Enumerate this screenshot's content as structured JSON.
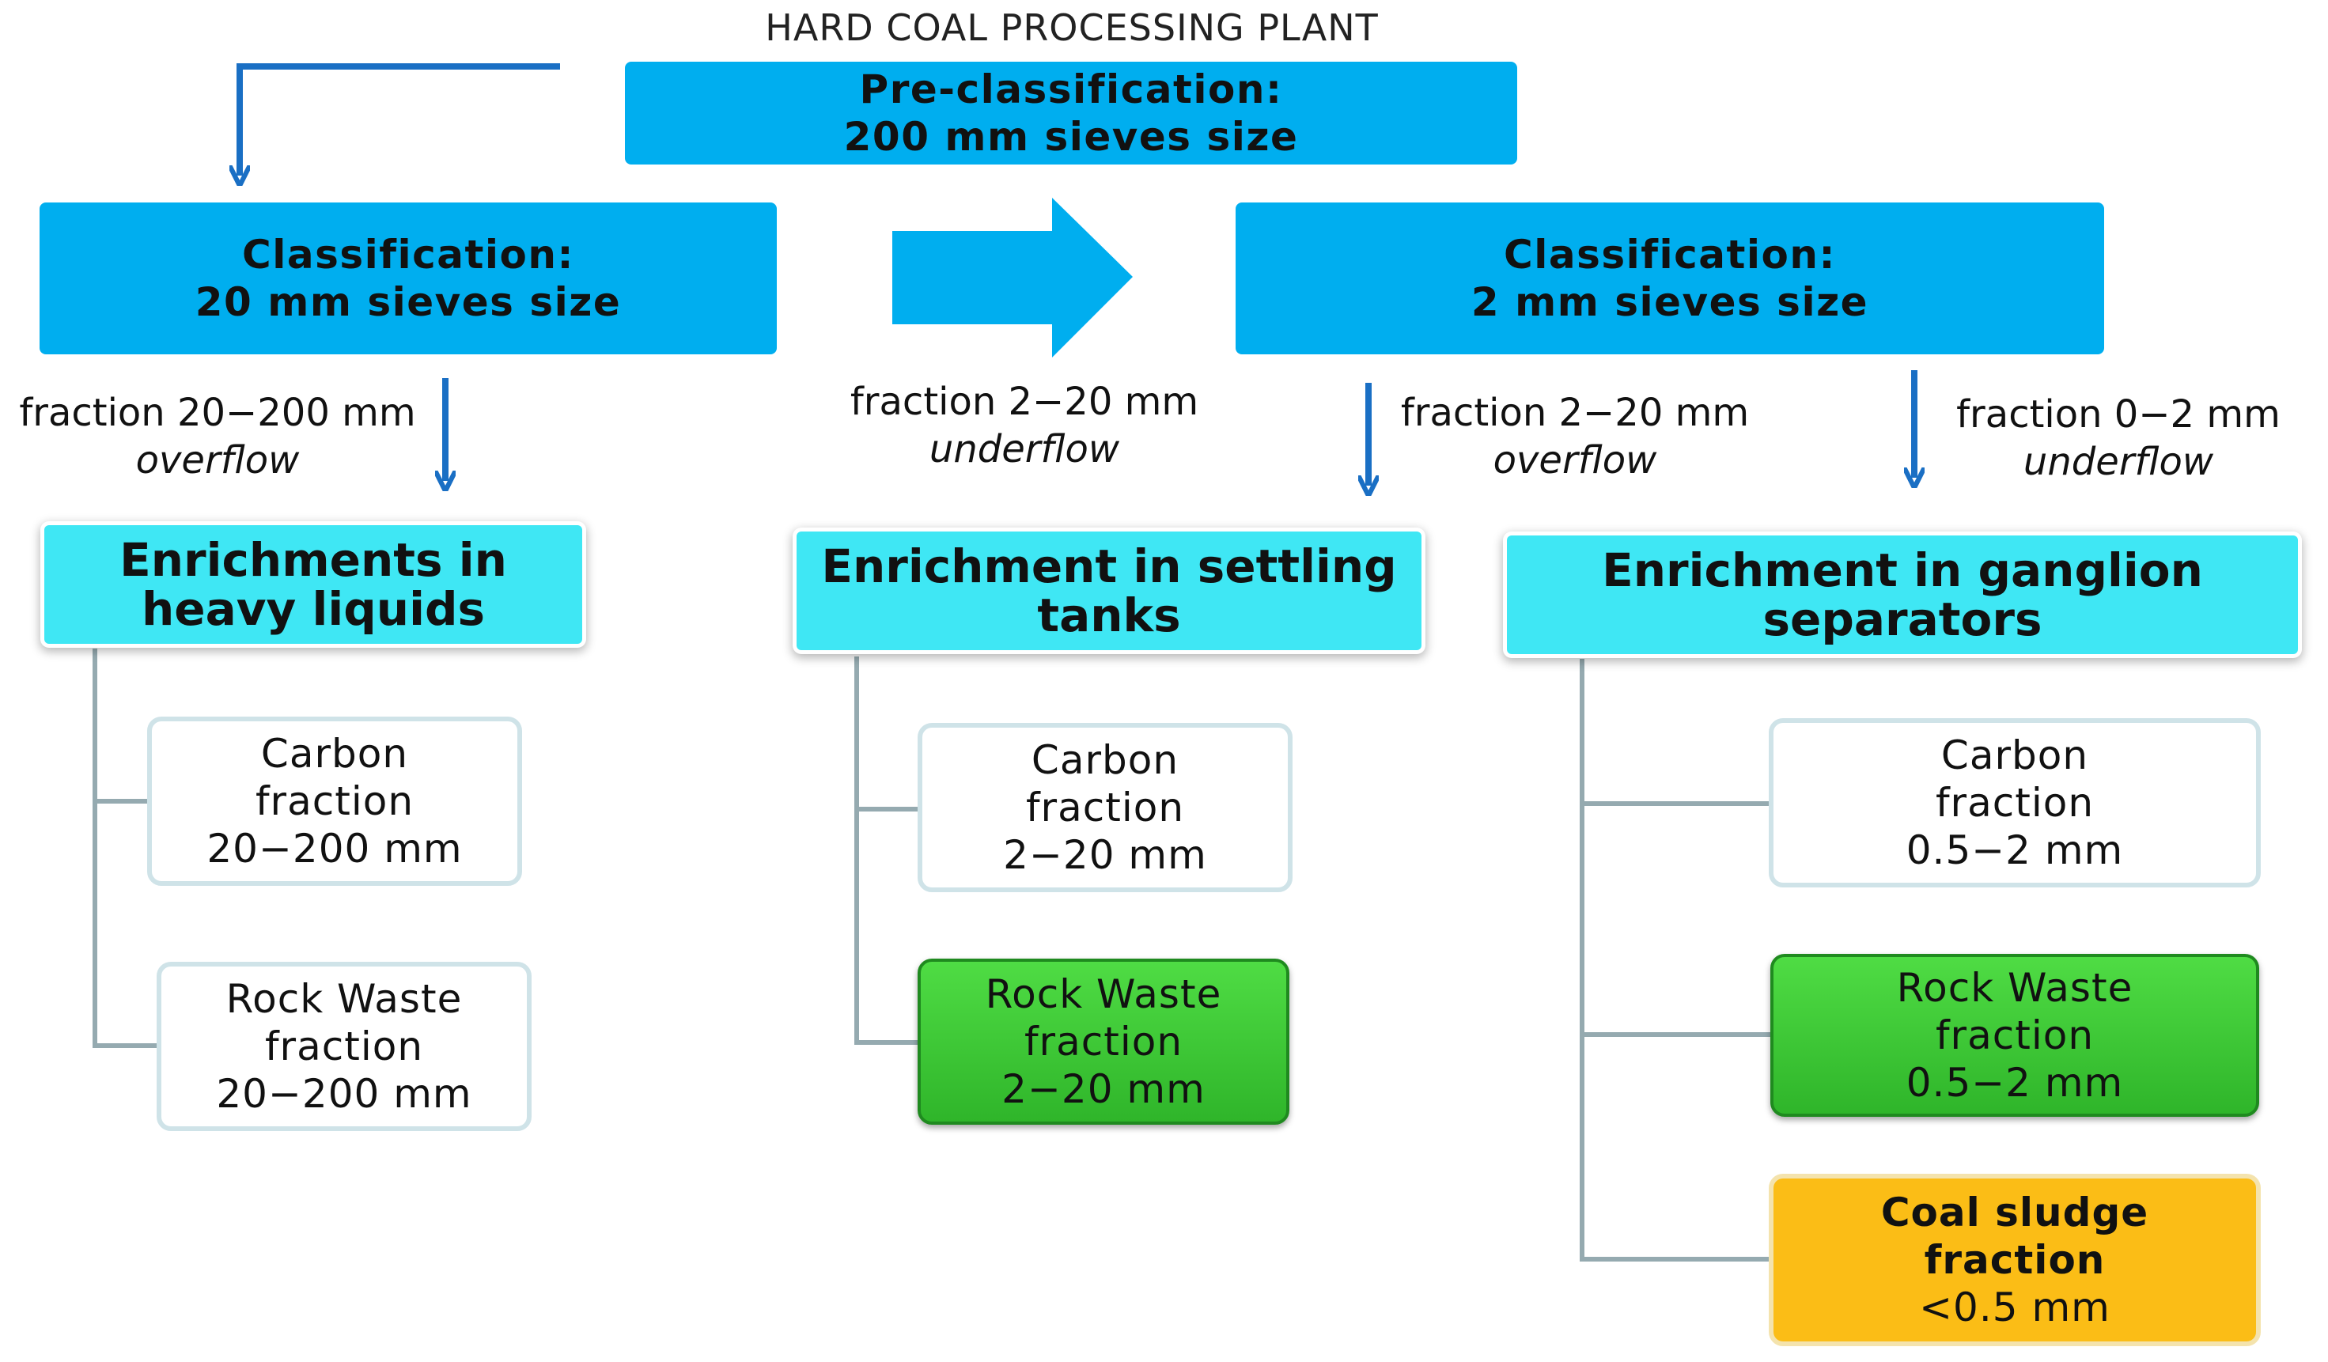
{
  "title": "HARD COAL PROCESSING PLANT",
  "preclass": {
    "line1": "Pre-classification:",
    "line2": "200 mm sieves size"
  },
  "class20": {
    "line1": "Classification:",
    "line2": "20 mm sieves size"
  },
  "class2": {
    "line1": "Classification:",
    "line2": "2 mm sieves size"
  },
  "flows": {
    "heavy": {
      "fraction": "fraction 20−200  mm",
      "type": "overflow"
    },
    "mid": {
      "fraction": "fraction 2−20  mm",
      "type": "underflow"
    },
    "settling": {
      "fraction": "fraction 2−20  mm",
      "type": "overflow"
    },
    "ganglion": {
      "fraction": "fraction 0−2  mm",
      "type": "underflow"
    }
  },
  "enrich": {
    "heavy": {
      "line1": "Enrichments in",
      "line2": "heavy liquids"
    },
    "settling": {
      "line1": "Enrichment in settling",
      "line2": "tanks"
    },
    "ganglion": {
      "line1": "Enrichment in ganglion",
      "line2": "separators"
    }
  },
  "leaves": {
    "heavy_carbon": {
      "l1": "Carbon",
      "l2": "fraction",
      "l3": "20−200 mm"
    },
    "heavy_rock": {
      "l1": "Rock Waste",
      "l2": "fraction",
      "l3": "20−200 mm"
    },
    "settling_carbon": {
      "l1": "Carbon",
      "l2": "fraction",
      "l3": "2−20 mm"
    },
    "settling_rock": {
      "l1": "Rock Waste",
      "l2": "fraction",
      "l3": "2−20 mm"
    },
    "ganglion_carbon": {
      "l1": "Carbon",
      "l2": "fraction",
      "l3": "0.5−2 mm"
    },
    "ganglion_rock": {
      "l1": "Rock Waste",
      "l2": "fraction",
      "l3": "0.5−2 mm"
    },
    "ganglion_sludge": {
      "l1": "Coal sludge",
      "l2": "fraction",
      "l3": "<0.5 mm"
    }
  },
  "colors": {
    "process_box": "#00aeef",
    "enrichment_box": "#3fe7f4",
    "arrow": "#1a6fc4",
    "connector": "#95aab0",
    "rock_waste": "#3cc836",
    "coal_sludge": "#fbbd16"
  }
}
